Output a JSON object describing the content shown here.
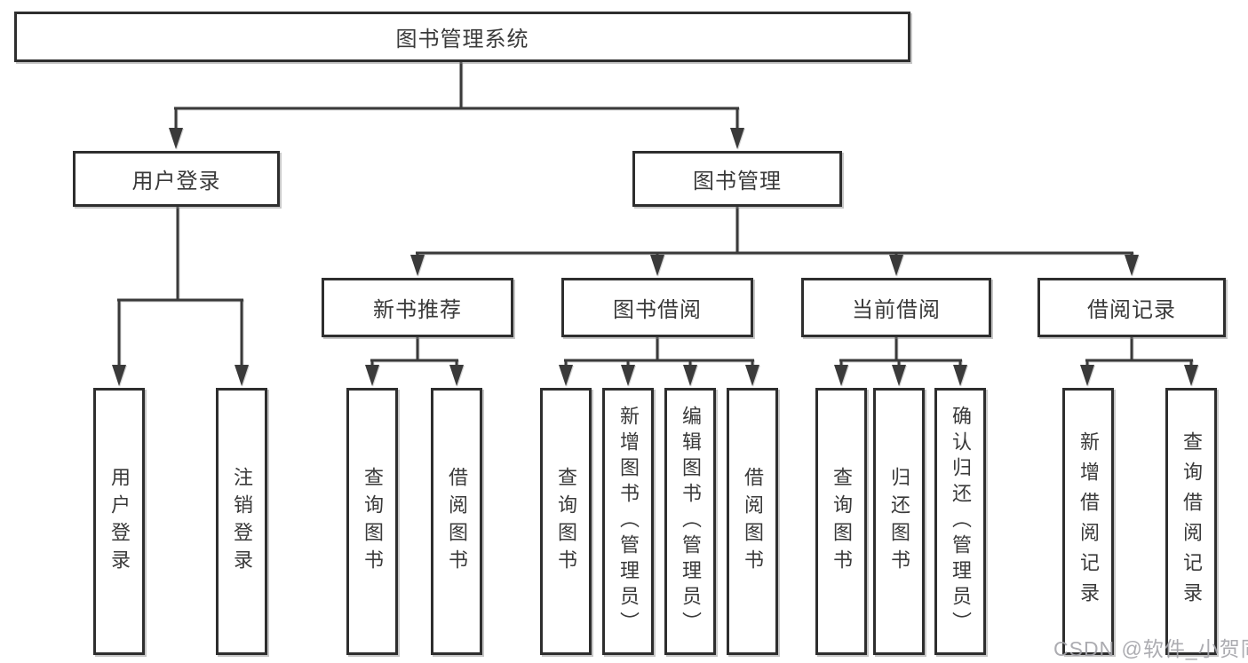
{
  "colors": {
    "line": "#3a3a3a",
    "box_border": "#2e2e2e",
    "box_background": "#ffffff",
    "text": "#3a3a3a",
    "watermark": "#a5a5aa"
  },
  "watermark": "CSDN @软件_小贺同学",
  "tree": {
    "label": "图书管理系统",
    "children": [
      {
        "label": "用户登录",
        "children": [
          {
            "label": "用户登录"
          },
          {
            "label": "注销登录"
          }
        ]
      },
      {
        "label": "图书管理",
        "children": [
          {
            "label": "新书推荐",
            "children": [
              {
                "label": "查询图书"
              },
              {
                "label": "借阅图书"
              }
            ]
          },
          {
            "label": "图书借阅",
            "children": [
              {
                "label": "查询图书"
              },
              {
                "label": "新增图书（管理员）"
              },
              {
                "label": "编辑图书（管理员）"
              },
              {
                "label": "借阅图书"
              }
            ]
          },
          {
            "label": "当前借阅",
            "children": [
              {
                "label": "查询图书"
              },
              {
                "label": "归还图书"
              },
              {
                "label": "确认归还（管理员）"
              }
            ]
          },
          {
            "label": "借阅记录",
            "children": [
              {
                "label": "新增借阅记录"
              },
              {
                "label": "查询借阅记录"
              }
            ]
          }
        ]
      }
    ]
  }
}
